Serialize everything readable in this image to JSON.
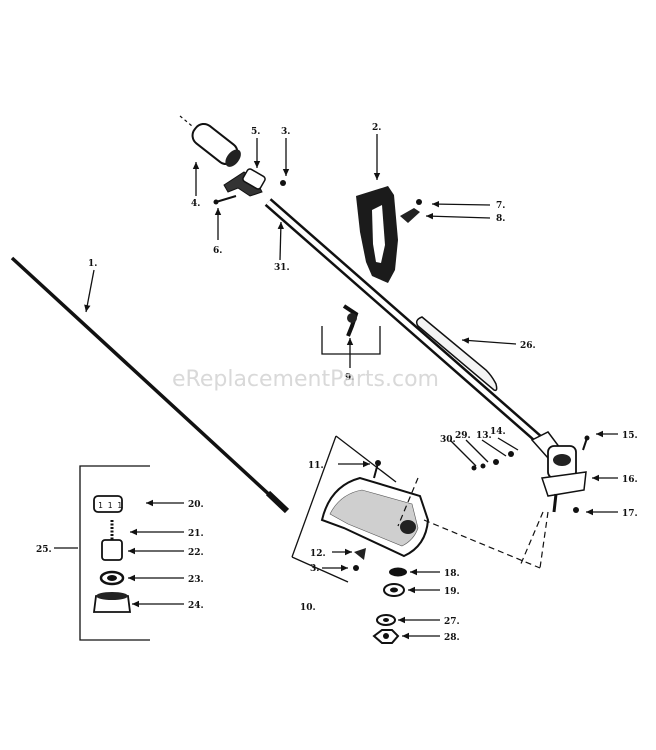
{
  "watermark": "eReplacementParts.com",
  "callouts": {
    "c1": "1.",
    "c2": "2.",
    "c3a": "3.",
    "c3b": "3.",
    "c4": "4.",
    "c5": "5.",
    "c6": "6.",
    "c7": "7.",
    "c8": "8.",
    "c9": "9.",
    "c10": "10.",
    "c11": "11.",
    "c12": "12.",
    "c13": "13.",
    "c14": "14.",
    "c15": "15.",
    "c16": "16.",
    "c17": "17.",
    "c18": "18.",
    "c19": "19.",
    "c20": "20.",
    "c21": "21.",
    "c22": "22.",
    "c23": "23.",
    "c24": "24.",
    "c25": "25.",
    "c26": "26.",
    "c27": "27.",
    "c28": "28.",
    "c29": "29.",
    "c30": "30.",
    "c31": "31."
  }
}
